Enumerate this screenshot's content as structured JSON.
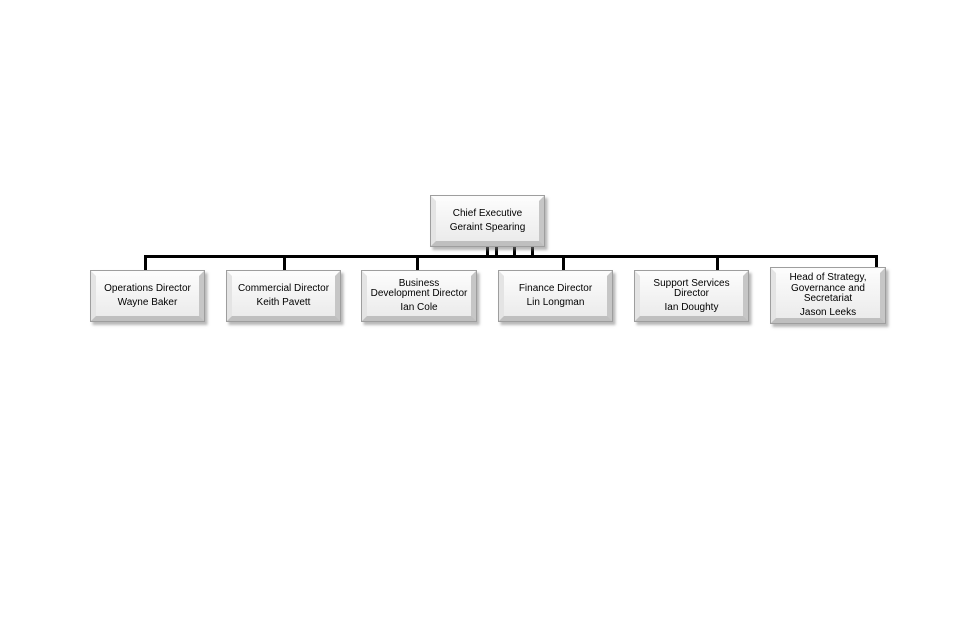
{
  "org_chart": {
    "root": {
      "title": "Chief Executive",
      "name": "Geraint Spearing"
    },
    "children": [
      {
        "title": "Operations Director",
        "name": "Wayne Baker"
      },
      {
        "title": "Commercial Director",
        "name": "Keith Pavett"
      },
      {
        "title": "Business Development Director",
        "name": "Ian Cole"
      },
      {
        "title": "Finance Director",
        "name": "Lin Longman"
      },
      {
        "title": "Support Services Director",
        "name": "Ian Doughty"
      },
      {
        "title": "Head of Strategy, Governance and Secretariat",
        "name": "Jason Leeks"
      }
    ]
  },
  "colors": {
    "connector": "#000000",
    "node-border": "#9e9e9e",
    "node-face-top": "#fbfbfb",
    "node-face-bottom": "#ebebeb",
    "text": "#000000"
  }
}
